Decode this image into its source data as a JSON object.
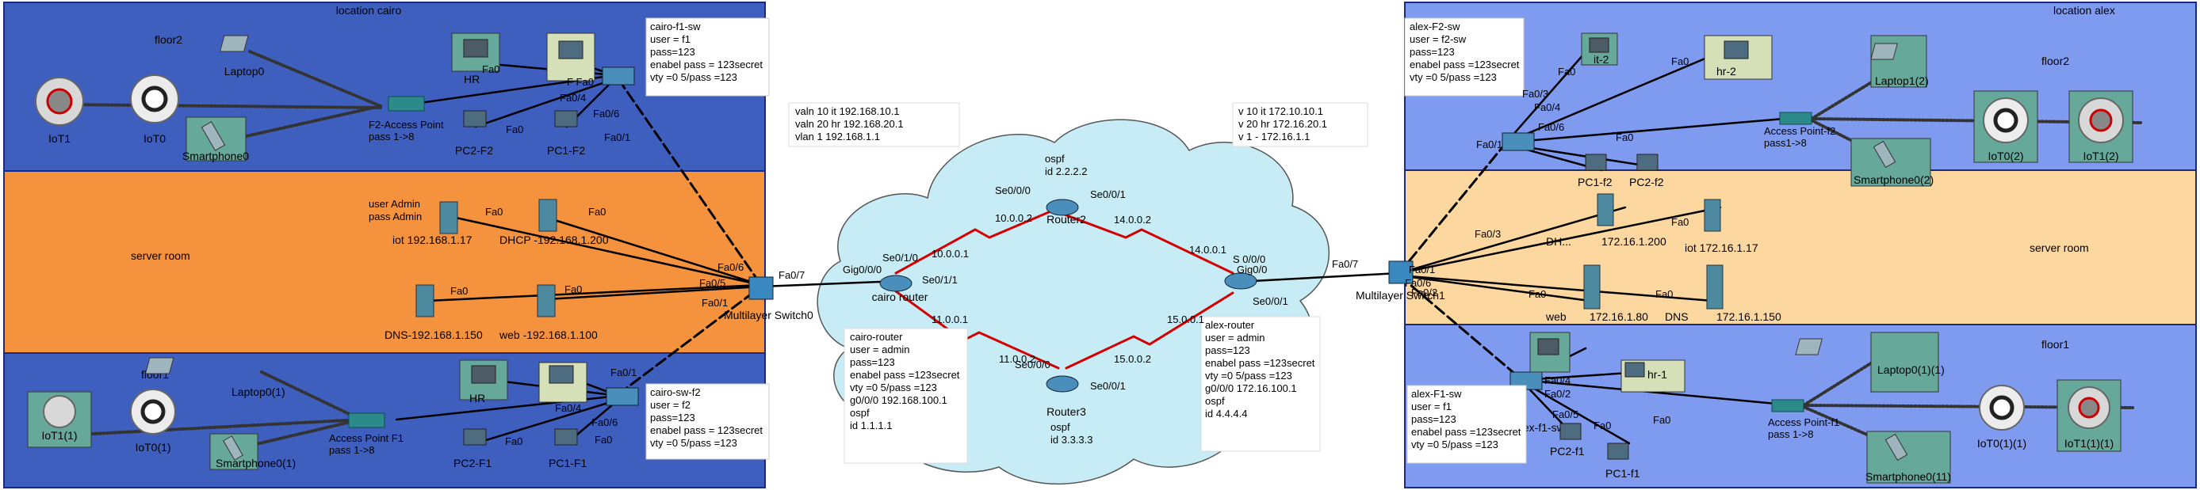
{
  "areas": {
    "cairo": {
      "title": "location cairo",
      "floor2": "floor2",
      "server_room": "server room",
      "floor1": "floor1",
      "colors": {
        "floor": "#3f5fbf",
        "server": "#f5923e"
      }
    },
    "alex": {
      "title": "location alex",
      "floor2": "floor2",
      "server_room": "server room",
      "floor1": "floor1",
      "colors": {
        "floor": "#7f9bf0",
        "server": "#fcd8a0"
      }
    }
  },
  "devices": {
    "iot1": "IoT1",
    "iot0": "IoT0",
    "laptop0": "Laptop0",
    "smartphone0": "Smartphone0",
    "ap_f2_cairo": [
      "F2-Access Point",
      "pass 1->8"
    ],
    "hr_cairo_f2": "HR",
    "pc2_f2": "PC2-F2",
    "pc1_f2": "PC1-F2",
    "server_iot": "iot  192.168.1.17",
    "server_dhcp": "DHCP -192.168.1.200",
    "server_dns": "DNS-192.168.1.150",
    "server_web": "web -192.168.1.100",
    "mls0": "Multilayer Switch0",
    "iot1_1": "IoT1(1)",
    "iot0_1": "IoT0(1)",
    "laptop0_1": "Laptop0(1)",
    "smartphone0_1": "Smartphone0(1)",
    "ap_f1_cairo": [
      "Access Point F1",
      "pass 1->8"
    ],
    "hr_cairo_f1": "HR",
    "pc2_f1": "PC2-F1",
    "pc1_f1": "PC1-F1",
    "cairo_router": "cairo router",
    "router2": "Router2",
    "router3": "Router3",
    "alex_router": "alex-router",
    "mls1": "Multilayer Switch1",
    "it2": "it-2",
    "hr2": "hr-2",
    "pc1_f2_alex": "PC1-f2",
    "pc2_f2_alex": "PC2-f2",
    "ap_f2_alex": [
      "Access Point-f2",
      "pass1->8"
    ],
    "laptop1_2": "Laptop1(2)",
    "smartphone0_2": "Smartphone0(2)",
    "iot0_2": "IoT0(2)",
    "iot1_2": "IoT1(2)",
    "alex_dhcp": "DH...",
    "alex_dhcp_ip": "172.16.1.200",
    "alex_iot": "iot 172.16.1.17",
    "alex_web": "web",
    "alex_web_ip": "172.16.1.80",
    "alex_dns": "DNS",
    "alex_dns_ip": "172.16.1.150",
    "alex_f1_sw": "alex-f1-sw",
    "hr1": "hr-1",
    "pc2_f1_alex": "PC2-f1",
    "pc1_f1_alex": "PC1-f1",
    "ap_f1_alex": [
      "Access Point-f1",
      "pass 1->8"
    ],
    "laptop0_1_1": "Laptop0(1)(1)",
    "smartphone0_11": "Smartphone0(11)",
    "iot0_1_1": "IoT0(1)(1)",
    "iot1_1_1": "IoT1(1)(1)"
  },
  "notes": {
    "cairo_f1_sw": [
      "cairo-f1-sw",
      "user = f1",
      "pass=123",
      "enabel pass = 123secret",
      "vty =0 5/pass =123"
    ],
    "cairo_sw_f2": [
      "cairo-sw-f2",
      "user = f2",
      "pass=123",
      "enabel pass = 123secret",
      "vty =0 5/pass =123"
    ],
    "vlans_cairo": [
      "valn    10      it 192.168.10.1",
      "valn    20 hr     192.168.20.1",
      "vlan    1       192.168.1.1"
    ],
    "cairo_router": [
      "cairo-router",
      "user = admin",
      "pass=123",
      "enabel pass =123secret",
      "vty =0 5/pass =123",
      "g0/0/0 192.168.100.1",
      "ospf",
      "id  1.1.1.1"
    ],
    "ospf_router2": [
      "ospf",
      "id 2.2.2.2"
    ],
    "ospf_router3": [
      "ospf",
      "id 3.3.3.3"
    ],
    "vlans_alex": [
      "v  10  it 172.10.10.1",
      "v  20  hr 172.16.20.1",
      "v  1  -  172.16.1.1"
    ],
    "alex_router": [
      "alex-router",
      "user = admin",
      "pass=123",
      "enabel pass =123secret",
      "vty =0 5/pass =123",
      "g0/0/0 172.16.100.1",
      "ospf",
      "id 4.4.4.4"
    ],
    "alex_f2_sw": [
      "alex-F2-sw",
      "user = f2-sw",
      "pass=123",
      "enabel pass =123secret",
      "vty =0 5/pass =123"
    ],
    "alex_f1_sw": [
      "alex-F1-sw",
      "user = f1",
      "pass=123",
      "enabel pass =123secret",
      "vty =0 5/pass =123"
    ],
    "server_user": [
      "user Admin",
      "pass Admin"
    ]
  },
  "links": {
    "n_10_0_0_2": "10.0.0.2",
    "n_10_0_0_1": "10.0.0.1",
    "n_14_0_0_2": "14.0.0.2",
    "n_14_0_0_1": "14.0.0.1",
    "n_11_0_0_1": "11.0.0.1",
    "n_11_0_0_2": "11.0.0.2",
    "n_15_0_0_2": "15.0.0.2",
    "n_15_0_0_1": "15.0.0.1"
  },
  "ports": {
    "fa0": "Fa0",
    "fa0_1": "Fa0/1",
    "fa0_2": "Fa0/2",
    "fa0_3": "Fa0/3",
    "fa0_4": "Fa0/4",
    "fa0_5": "Fa0/5",
    "fa0_6": "Fa0/6",
    "fa0_7": "Fa0/7",
    "gig0_0_0": "Gig0/0/0",
    "gig0_0": "Gig0/0",
    "se0_0_0": "Se0/0/0",
    "se0_0_1": "Se0/0/1",
    "se0_1_0": "Se0/1/0",
    "se0_1_1": "Se0/1/1",
    "f_fa0": "F Fa0",
    "fa0_trunc": "Fa",
    "fa0_1_trunc": "Fa0/",
    "fa0_4_f": "F Fa0/4",
    "s_0_0_0": "S 0/0/0",
    "fa_f": "F-",
    "fa0_3_f": "Fa0/3"
  }
}
